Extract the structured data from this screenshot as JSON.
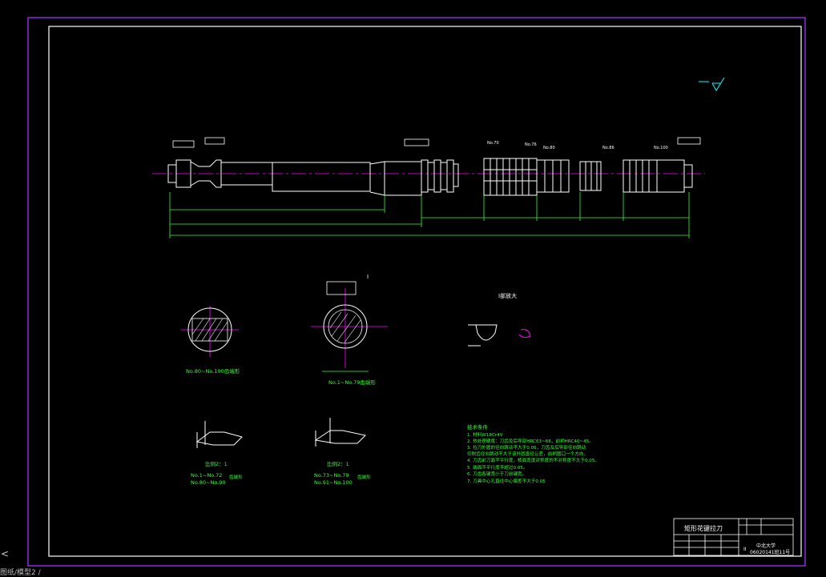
{
  "window": {
    "accent_border": "#8a2be2",
    "frame_color": "#ffffff",
    "background": "#000000"
  },
  "labels": {
    "section_mark": "I",
    "detail_title": "I部放大",
    "section1": "No.80~No.100齿端形",
    "section2": "No.1~No.79齿端形",
    "scale1": "比例2：1",
    "tooth1_a": "No.1~No.72",
    "tooth1_b": "No.80~No.90",
    "tooth1_suffix": "齿端形",
    "scale2": "比例2：1",
    "tooth2_a": "No.73~No.79",
    "tooth2_b": "No.91~No.100",
    "tooth2_suffix": "齿端形"
  },
  "tech": {
    "title": "技术条件",
    "lines": [
      "1. 材料W18Cr4V",
      "2. 热处理硬度：刀齿及后导部HRC63~66，前柄HRC40~45。",
      "3. 拉刀外圆的径向跳动不大于0.06，刀齿及后导部径向跳动",
      "   切削齿径向跳动不大于该外圆直径公差，前柄圆口一个方向。",
      "4. 刀齿前刀面不平行度，棱面宽度对称度的不对称度不大于0.05。",
      "5. 端面不平行度不超过0.05。",
      "6. 刀齿各键宽小于刀前键宽。",
      "7. 刀具中心孔直径中心偏差不大于0.05"
    ]
  },
  "title_block": {
    "name": "矩形花键拉刀",
    "school": "中北大学",
    "class": "06020141班11号",
    "code": "II"
  },
  "markers": {
    "tooth_nos": [
      "No.70",
      "No.76",
      "No.80",
      "No.86",
      "No.100"
    ]
  },
  "status": {
    "left_glyph": "<",
    "footer_text": "图纸/模型2 /"
  }
}
